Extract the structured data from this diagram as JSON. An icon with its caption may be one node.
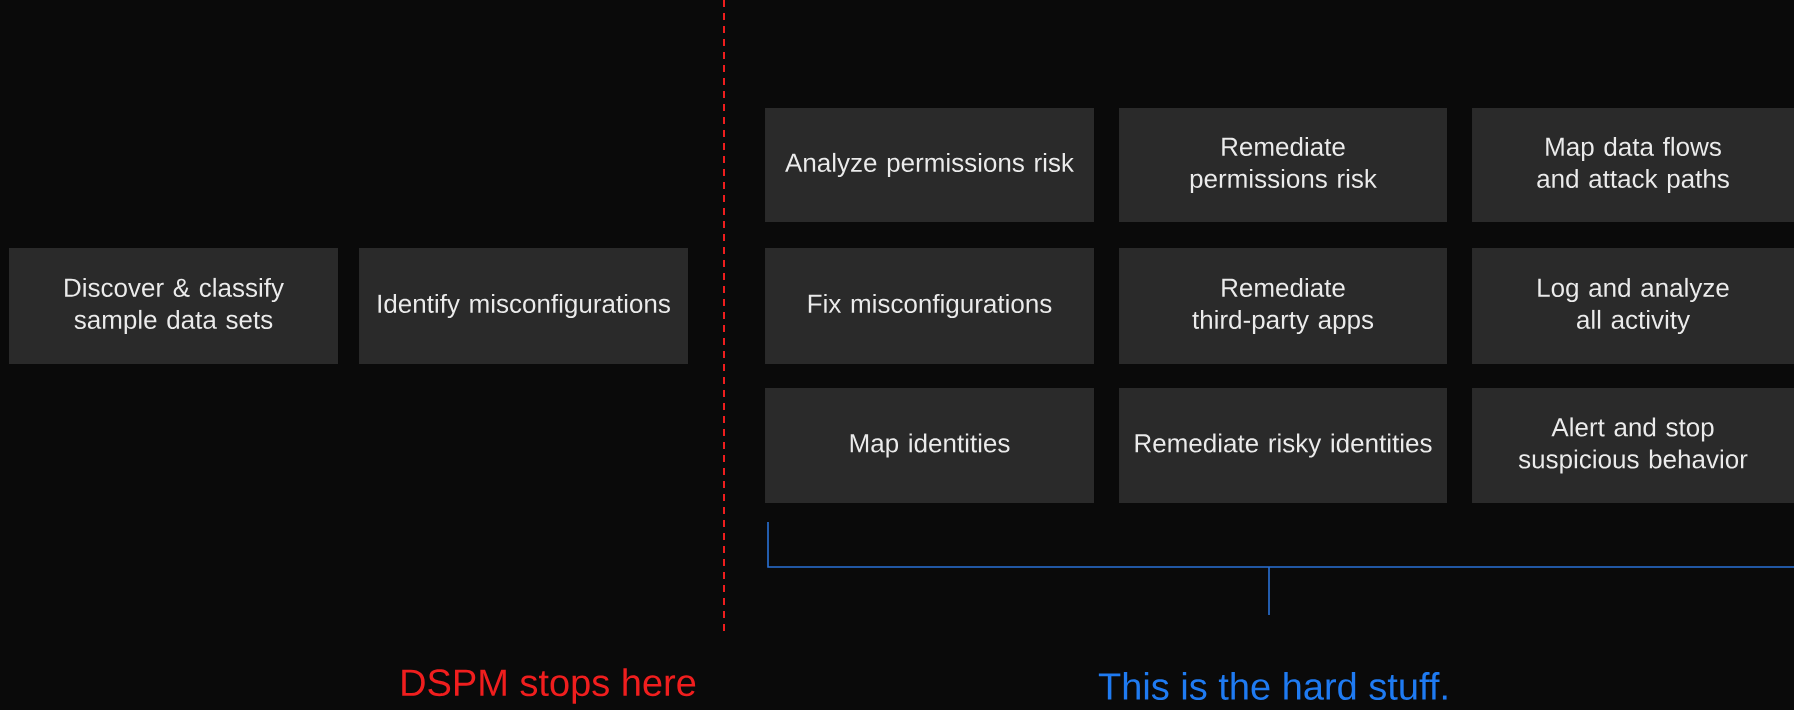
{
  "diagram": {
    "nodes": [
      {
        "text": [
          "Discover & classify sample data sets"
        ]
      },
      {
        "text": [
          "Identify misconfigurations"
        ]
      },
      {
        "text": [
          "Analyze permissions risk"
        ]
      },
      {
        "text": [
          "Remediate permissions risk"
        ]
      },
      {
        "text": [
          "Map data flows and attack paths"
        ]
      },
      {
        "text": [
          "Fix misconfigurations"
        ]
      },
      {
        "text": [
          "Remediate third-party apps"
        ]
      },
      {
        "text": [
          "Log and analyze all activity"
        ]
      },
      {
        "text": [
          "Map identities"
        ]
      },
      {
        "text": [
          "Remediate risky identities"
        ]
      },
      {
        "text": [
          "Alert and stop suspicious behavior"
        ]
      }
    ],
    "labels": [
      "DSPM stops here",
      "This is the hard stuff."
    ]
  }
}
